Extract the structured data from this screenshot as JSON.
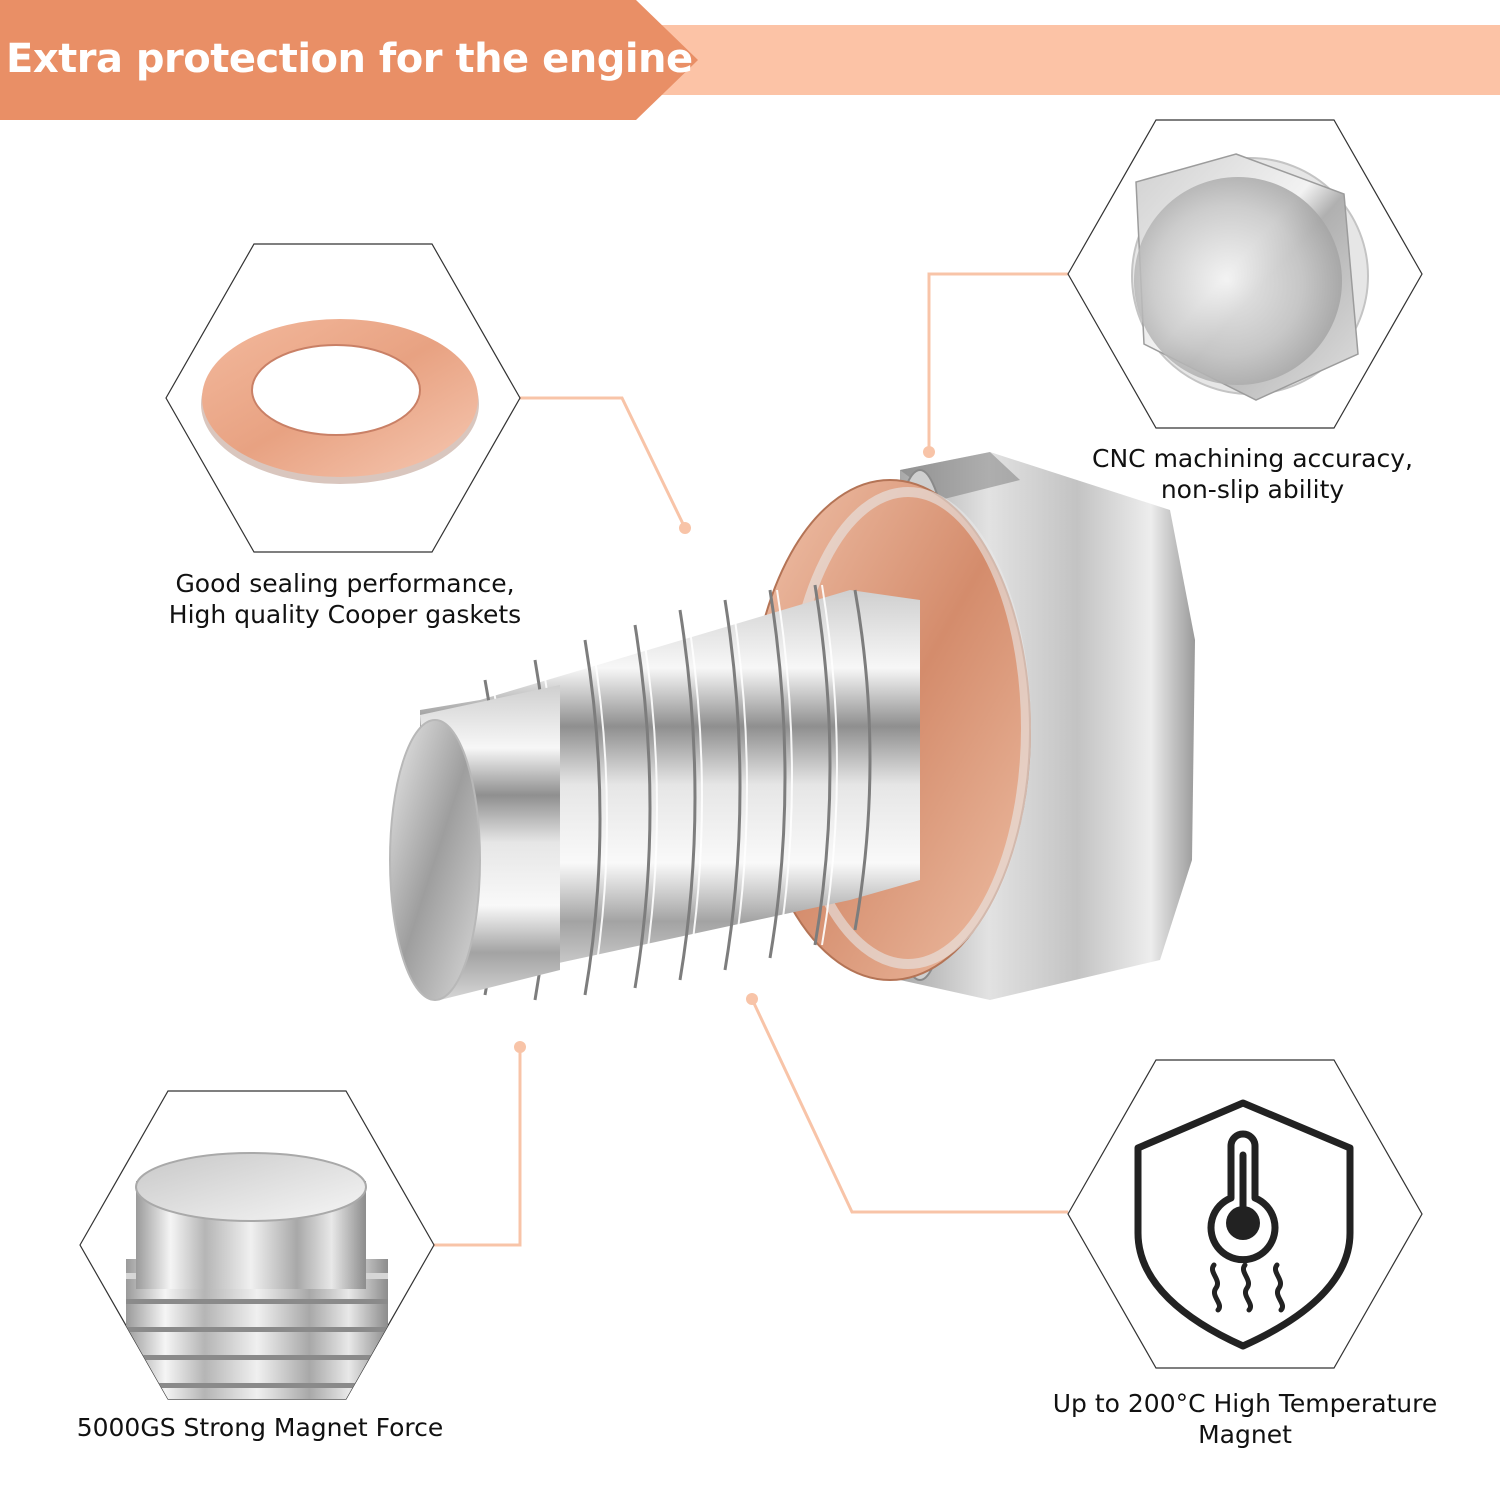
{
  "header": {
    "title": "Extra protection for the engine",
    "colors": {
      "dark": "#e98f66",
      "light": "#fcc3a6"
    }
  },
  "features": [
    {
      "id": "gasket",
      "icon": "copper-gasket-icon",
      "caption_lines": [
        "Good sealing performance,",
        "High quality Cooper gaskets"
      ]
    },
    {
      "id": "cnc",
      "icon": "hex-head-icon",
      "caption_lines": [
        "CNC machining accuracy,",
        "non-slip ability"
      ]
    },
    {
      "id": "magnet",
      "icon": "magnet-tip-icon",
      "caption_lines": [
        "5000GS Strong Magnet Force"
      ]
    },
    {
      "id": "temperature",
      "icon": "shield-thermometer-icon",
      "caption_lines": [
        "Up to 200°C High Temperature",
        "Magnet"
      ]
    }
  ],
  "product": {
    "name": "magnetic-drain-plug-with-copper-gasket"
  },
  "colors": {
    "connector": "#f8c4a8",
    "hexagon_outline": "#333333",
    "copper": "#d9967a",
    "steel": "#b8b8b8"
  }
}
